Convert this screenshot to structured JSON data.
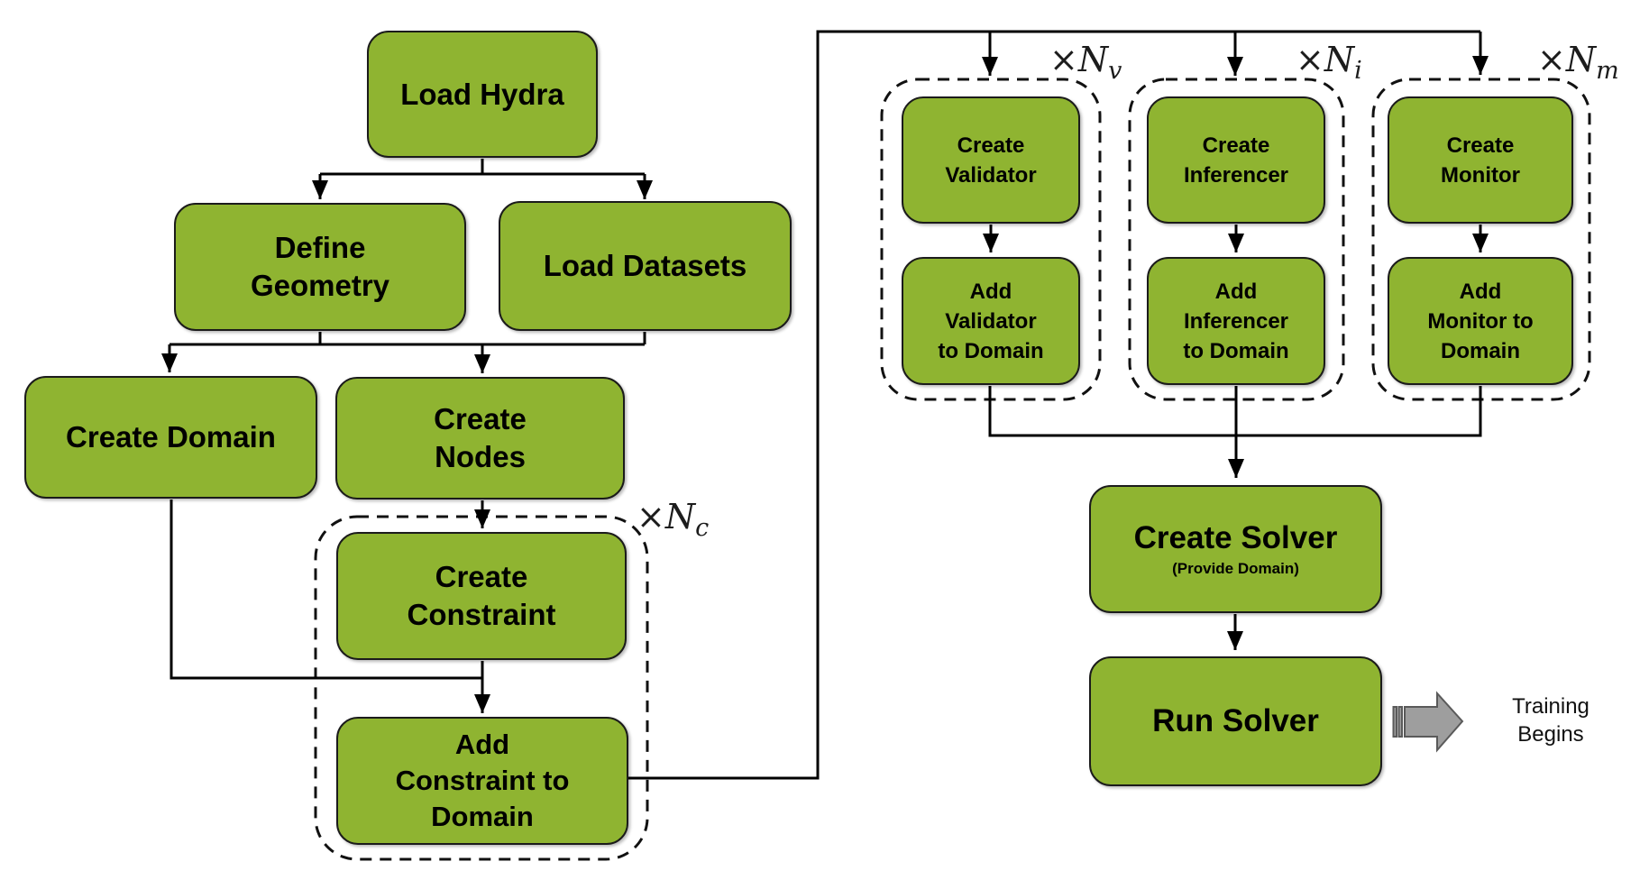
{
  "nodes": {
    "load_hydra": {
      "label": "Load Hydra"
    },
    "define_geometry": {
      "label": "Define\nGeometry"
    },
    "load_datasets": {
      "label": "Load Datasets"
    },
    "create_domain": {
      "label": "Create Domain"
    },
    "create_nodes": {
      "label": "Create\nNodes"
    },
    "create_constraint": {
      "label": "Create\nConstraint"
    },
    "add_constraint": {
      "label": "Add\nConstraint to\nDomain"
    },
    "create_validator": {
      "label": "Create\nValidator"
    },
    "add_validator": {
      "label": "Add\nValidator\nto Domain"
    },
    "create_inferencer": {
      "label": "Create\nInferencer"
    },
    "add_inferencer": {
      "label": "Add\nInferencer\nto Domain"
    },
    "create_monitor": {
      "label": "Create\nMonitor"
    },
    "add_monitor": {
      "label": "Add\nMonitor to\nDomain"
    },
    "create_solver": {
      "label": "Create Solver",
      "sublabel": "(Provide Domain)"
    },
    "run_solver": {
      "label": "Run Solver"
    }
  },
  "loops": {
    "constraint": {
      "prefix": "×",
      "symbol": "N",
      "sub": "c"
    },
    "validator": {
      "prefix": "×",
      "symbol": "N",
      "sub": "v"
    },
    "inferencer": {
      "prefix": "×",
      "symbol": "N",
      "sub": "i"
    },
    "monitor": {
      "prefix": "×",
      "symbol": "N",
      "sub": "m"
    }
  },
  "annotations": {
    "training_begins": "Training\nBegins"
  },
  "colors": {
    "node_fill": "#8fb431",
    "node_border": "#1b1b1b",
    "connector": "#000000",
    "block_arrow_fill": "#9e9e9e",
    "block_arrow_border": "#5a5a5a",
    "text": "#000000"
  }
}
